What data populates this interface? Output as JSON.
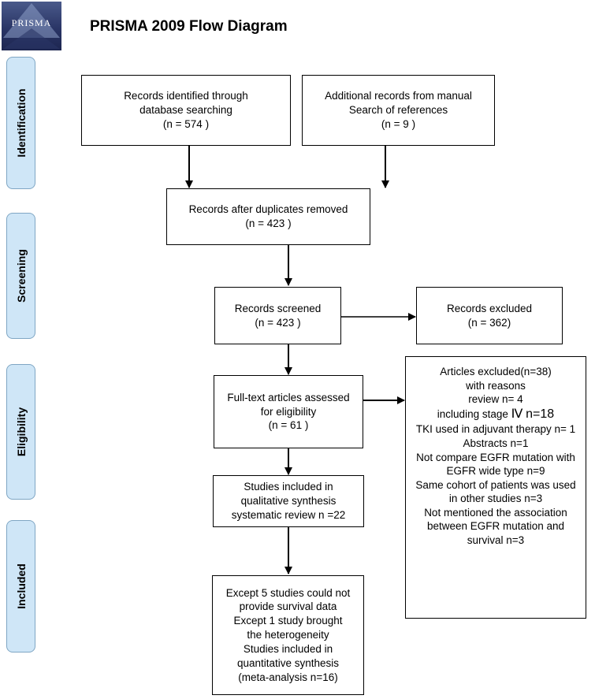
{
  "header": {
    "logo_text": "PRISMA",
    "title": "PRISMA 2009 Flow Diagram"
  },
  "phases": {
    "identification": "Identification",
    "screening": "Screening",
    "eligibility": "Eligibility",
    "included": "Included"
  },
  "boxes": {
    "database": {
      "line1": "Records identified through",
      "line2": "database searching",
      "line3": "(n = 574 )"
    },
    "manual": {
      "line1": "Additional records from manual",
      "line2": "Search of  references",
      "line3": "(n = 9 )"
    },
    "duplicates": {
      "line1": "Records after duplicates removed",
      "line2": "(n =  423 )"
    },
    "screened": {
      "line1": "Records screened",
      "line2": "(n = 423  )"
    },
    "records_excluded": {
      "line1": "Records excluded",
      "line2": "(n =  362)"
    },
    "fulltext": {
      "line1": "Full-text articles assessed",
      "line2": "for eligibility",
      "line3": "(n =  61 )"
    },
    "articles_excluded": {
      "lines": [
        "Articles excluded(n=38)",
        "with reasons",
        "review  n= 4",
        "TKI used in adjuvant therapy n= 1",
        "Abstracts n=1",
        "Not compare EGFR mutation with",
        "EGFR wide type  n=9",
        "Same cohort of patients was used",
        "in other studies n=3",
        "Not mentioned the association",
        "between EGFR mutation and",
        "survival n=3"
      ],
      "stage_prefix": "including stage ",
      "stage_roman": "Ⅳ",
      "stage_count": "n=18"
    },
    "qualitative": {
      "line1": "Studies included in",
      "line2": "qualitative synthesis",
      "line3": "systematic review n =22"
    },
    "quantitative": {
      "line1": "Except 5 studies could not",
      "line2": "provide survival data",
      "line3": "Except 1 study brought",
      "line4": "the heterogeneity",
      "line5": "Studies included in",
      "line6": "quantitative synthesis",
      "line7": "(meta-analysis n=16)"
    }
  }
}
